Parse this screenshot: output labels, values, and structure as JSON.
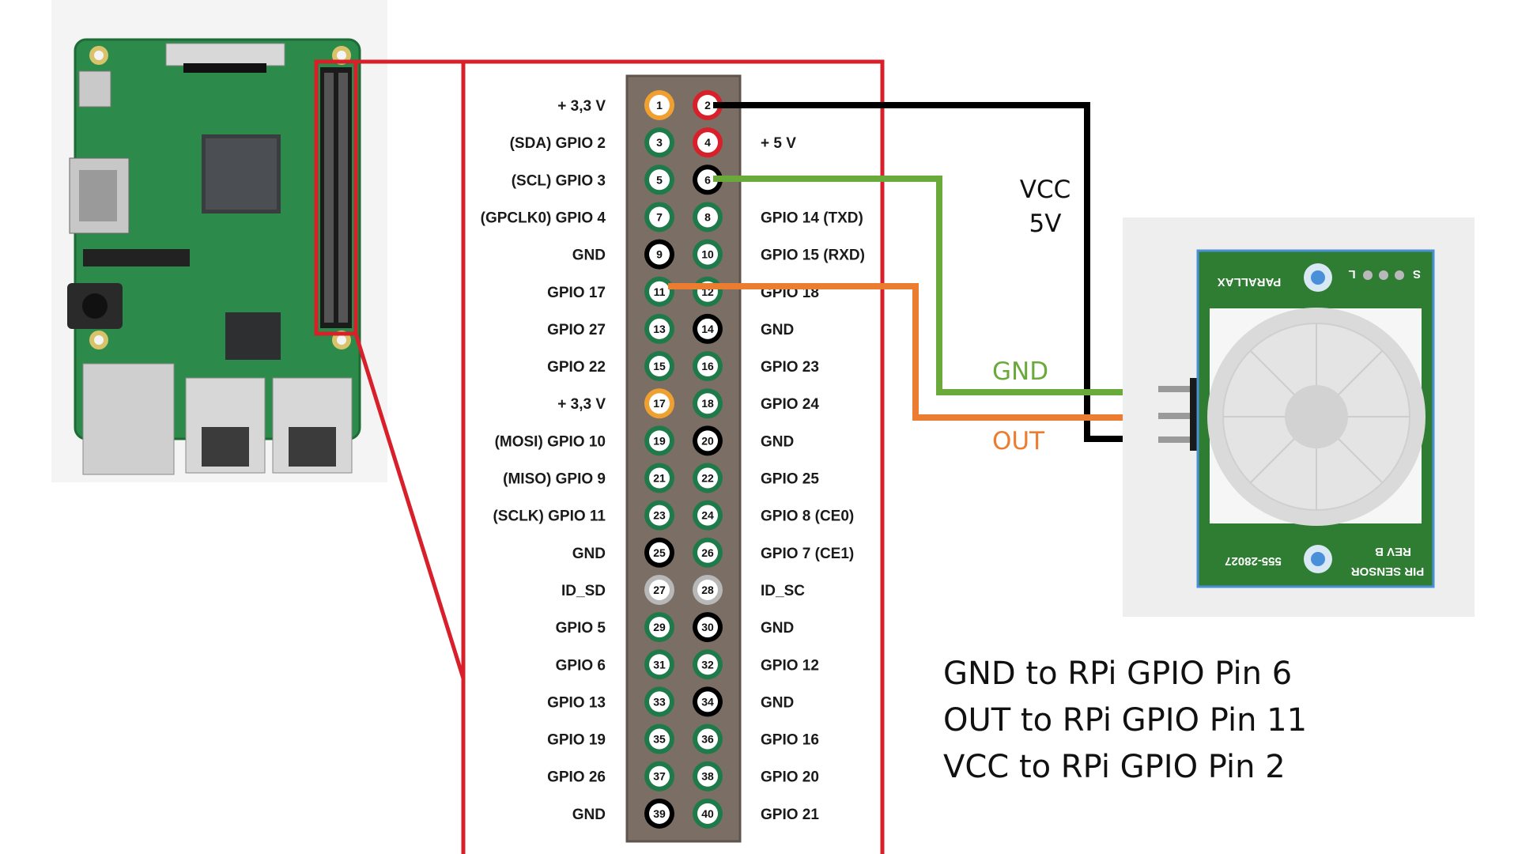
{
  "colors": {
    "highlight_box": "#d7202a",
    "wire_vcc": "#000000",
    "wire_gnd": "#6aaa3a",
    "wire_out": "#ec7c30",
    "header_bg": "#7b6e65",
    "pin_green": "#1f7a4a",
    "pin_black": "#000000",
    "pin_red": "#d7202a",
    "pin_orange": "#f0a030",
    "pin_gray": "#b8b8b8",
    "board_green": "#2c8a4a",
    "sensor_green": "#2e7d32"
  },
  "header": {
    "left_labels": [
      "+ 3,3 V",
      "(SDA) GPIO 2",
      "(SCL) GPIO 3",
      "(GPCLK0) GPIO 4",
      "GND",
      "GPIO 17",
      "GPIO 27",
      "GPIO 22",
      "+ 3,3 V",
      "(MOSI) GPIO 10",
      "(MISO) GPIO 9",
      "(SCLK) GPIO 11",
      "GND",
      "ID_SD",
      "GPIO 5",
      "GPIO 6",
      "GPIO 13",
      "GPIO 19",
      "GPIO 26",
      "GND"
    ],
    "right_labels": [
      "",
      "+ 5 V",
      "",
      "GPIO 14 (TXD)",
      "GPIO 15 (RXD)",
      "GPIO 18",
      "GND",
      "GPIO 23",
      "GPIO 24",
      "GND",
      "GPIO 25",
      "GPIO 8 (CE0)",
      "GPIO 7 (CE1)",
      "ID_SC",
      "GND",
      "GPIO 12",
      "GND",
      "GPIO 16",
      "GPIO 20",
      "GPIO 21"
    ],
    "pins": [
      {
        "n": "1",
        "kind": "orange"
      },
      {
        "n": "2",
        "kind": "red"
      },
      {
        "n": "3",
        "kind": "green"
      },
      {
        "n": "4",
        "kind": "red"
      },
      {
        "n": "5",
        "kind": "green"
      },
      {
        "n": "6",
        "kind": "black"
      },
      {
        "n": "7",
        "kind": "green"
      },
      {
        "n": "8",
        "kind": "green"
      },
      {
        "n": "9",
        "kind": "black"
      },
      {
        "n": "10",
        "kind": "green"
      },
      {
        "n": "11",
        "kind": "green"
      },
      {
        "n": "12",
        "kind": "green"
      },
      {
        "n": "13",
        "kind": "green"
      },
      {
        "n": "14",
        "kind": "black"
      },
      {
        "n": "15",
        "kind": "green"
      },
      {
        "n": "16",
        "kind": "green"
      },
      {
        "n": "17",
        "kind": "orange"
      },
      {
        "n": "18",
        "kind": "green"
      },
      {
        "n": "19",
        "kind": "green"
      },
      {
        "n": "20",
        "kind": "black"
      },
      {
        "n": "21",
        "kind": "green"
      },
      {
        "n": "22",
        "kind": "green"
      },
      {
        "n": "23",
        "kind": "green"
      },
      {
        "n": "24",
        "kind": "green"
      },
      {
        "n": "25",
        "kind": "black"
      },
      {
        "n": "26",
        "kind": "green"
      },
      {
        "n": "27",
        "kind": "gray"
      },
      {
        "n": "28",
        "kind": "gray"
      },
      {
        "n": "29",
        "kind": "green"
      },
      {
        "n": "30",
        "kind": "black"
      },
      {
        "n": "31",
        "kind": "green"
      },
      {
        "n": "32",
        "kind": "green"
      },
      {
        "n": "33",
        "kind": "green"
      },
      {
        "n": "34",
        "kind": "black"
      },
      {
        "n": "35",
        "kind": "green"
      },
      {
        "n": "36",
        "kind": "green"
      },
      {
        "n": "37",
        "kind": "green"
      },
      {
        "n": "38",
        "kind": "green"
      },
      {
        "n": "39",
        "kind": "black"
      },
      {
        "n": "40",
        "kind": "green"
      }
    ]
  },
  "wires": {
    "vcc_label_1": "VCC",
    "vcc_label_2": "5V",
    "gnd_label": "GND",
    "out_label": "OUT"
  },
  "sensor": {
    "brand": "PARALLAX",
    "part": "555-28027",
    "rev": "REV B",
    "name": "PIR SENSOR",
    "pins_mark": "L",
    "pin_s": "S"
  },
  "notes": [
    "GND to RPi GPIO Pin 6",
    "OUT to RPi GPIO Pin 11",
    "VCC to RPi GPIO Pin 2"
  ]
}
